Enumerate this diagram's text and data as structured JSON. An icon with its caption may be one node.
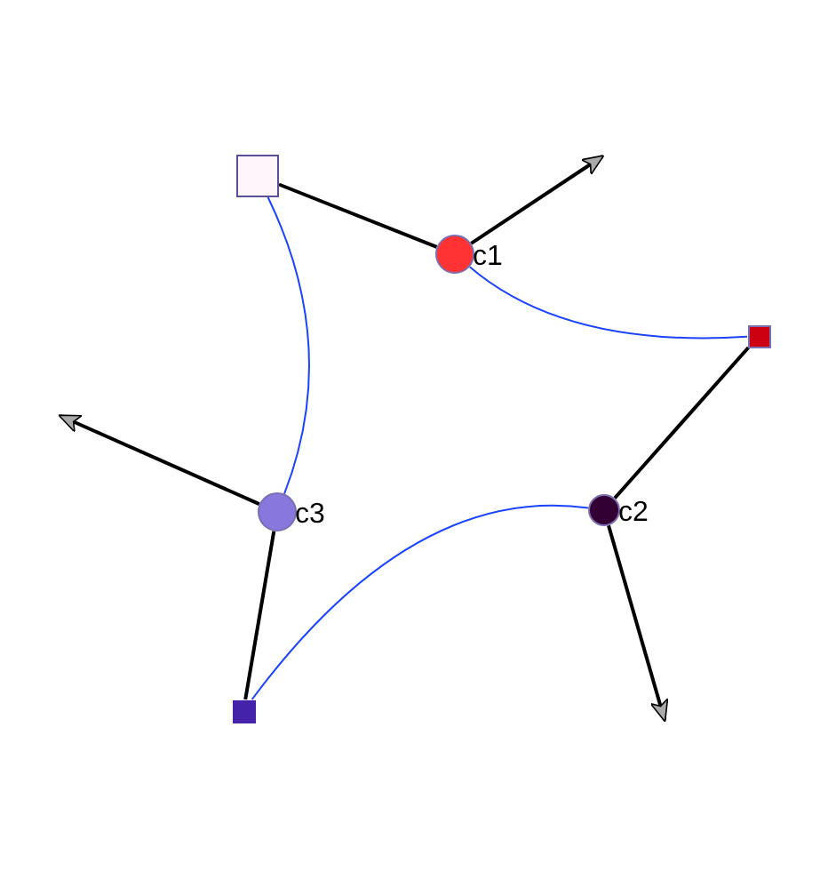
{
  "diagram": {
    "nodes": [
      {
        "text": [],
        "shape": "box"
      },
      {
        "text": [],
        "shape": "circle",
        "beside": [
          "c1"
        ]
      },
      {
        "text": [],
        "shape": "box"
      },
      {
        "text": [],
        "shape": "circle",
        "beside": [
          "c3"
        ]
      },
      {
        "text": [],
        "shape": "circle",
        "beside": [
          "c2"
        ]
      },
      {
        "text": [],
        "shape": "box"
      }
    ],
    "edges": [
      {
        "from": 0,
        "to": 1,
        "arrow": "none"
      },
      {
        "from": 1,
        "to": null,
        "arrow": "to"
      },
      {
        "from": 1,
        "to": 2,
        "arrow": "none",
        "color": "#1a44ff"
      },
      {
        "from": 2,
        "to": 4,
        "arrow": "none"
      },
      {
        "from": 4,
        "to": null,
        "arrow": "to"
      },
      {
        "from": 4,
        "to": 5,
        "arrow": "none",
        "color": "#1a44ff"
      },
      {
        "from": 5,
        "to": 3,
        "arrow": "none"
      },
      {
        "from": 3,
        "to": null,
        "arrow": "to"
      },
      {
        "from": 3,
        "to": 0,
        "arrow": "none",
        "color": "#1a44ff"
      }
    ]
  }
}
